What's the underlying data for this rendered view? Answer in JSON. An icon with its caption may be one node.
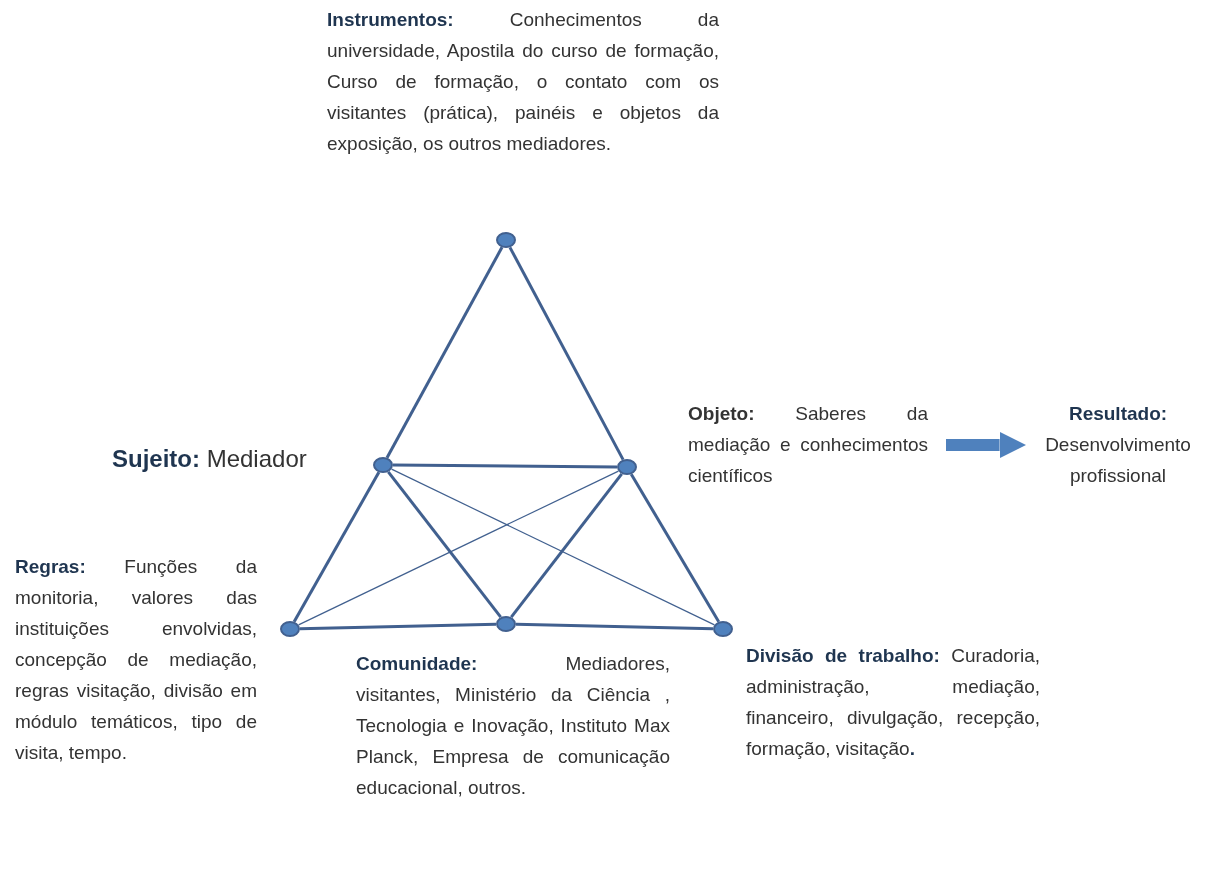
{
  "diagram": {
    "nodes": [
      {
        "text": [],
        "shape": "circle"
      },
      {
        "text": [],
        "shape": "circle"
      },
      {
        "text": [],
        "shape": "circle"
      },
      {
        "text": [],
        "shape": "circle"
      },
      {
        "text": [],
        "shape": "circle"
      },
      {
        "text": [],
        "shape": "circle"
      },
      {
        "text": [
          "**Objeto:** Saberes da mediação e conhecimentos científicos"
        ]
      },
      {
        "text": [
          "Resultado:",
          "Desenvolvimento profissional"
        ]
      }
    ],
    "edges": [
      {
        "from": 0,
        "to": 1,
        "arrow": "none"
      },
      {
        "from": 1,
        "to": 3,
        "arrow": "none"
      },
      {
        "from": 0,
        "to": 2,
        "arrow": "none"
      },
      {
        "from": 2,
        "to": 5,
        "arrow": "none"
      },
      {
        "from": 1,
        "to": 2,
        "arrow": "none"
      },
      {
        "from": 3,
        "to": 4,
        "arrow": "none"
      },
      {
        "from": 4,
        "to": 5,
        "arrow": "none"
      },
      {
        "from": 1,
        "to": 4,
        "arrow": "none"
      },
      {
        "from": 2,
        "to": 4,
        "arrow": "none"
      },
      {
        "from": 1,
        "to": 5,
        "arrow": "none"
      },
      {
        "from": 2,
        "to": 3,
        "arrow": "none"
      },
      {
        "from": 6,
        "to": 7,
        "arrow": "to",
        "style": "thick",
        "color": "#4f81bd"
      }
    ],
    "labels": [
      "**Instrumentos:** Conhecimentos da universidade, Apostila do curso de formação, Curso de formação, o contato com os visitantes (prática), painéis e objetos da exposição, os outros mediadores.",
      "**Sujeito:** Mediador",
      "**Regras:** Funções da monitoria, valores das instituições envolvidas, concepção de mediação, regras visitação, divisão em módulo temáticos, tipo de visita, tempo.",
      "**Comunidade:** Mediadores, visitantes, Ministério da Ciência , Tecnologia e Inovação, Instituto Max Planck, Empresa de comunicação educacional, outros.",
      "**Divisão de trabalho:** Curadoria, administração, mediação, financeiro, divulgação, recepção, formação, visitação**.**"
    ]
  }
}
